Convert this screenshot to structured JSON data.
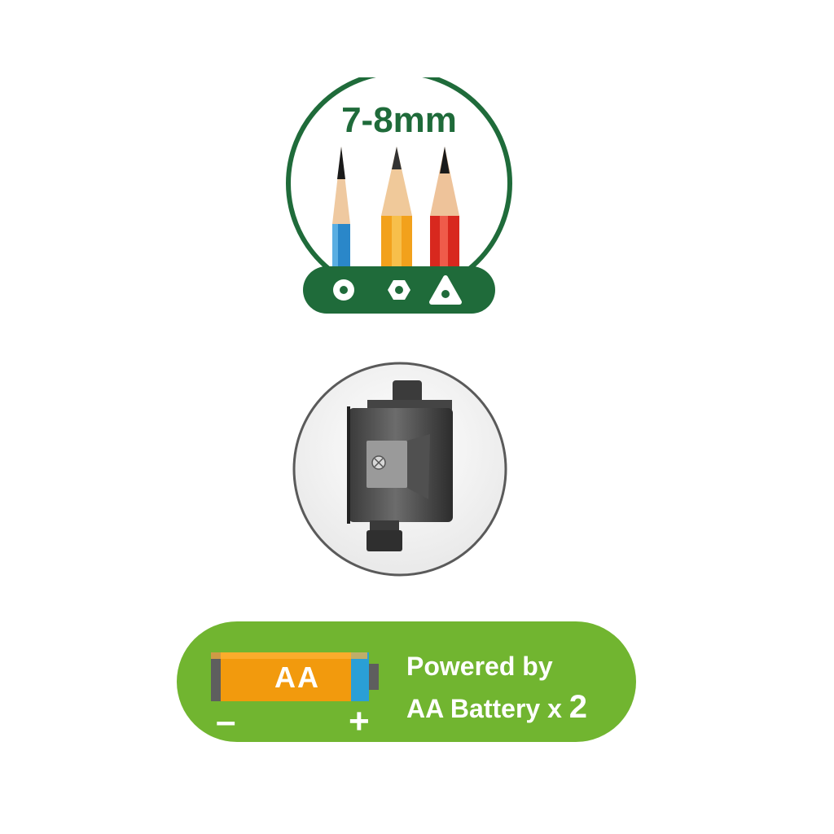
{
  "pencil_badge": {
    "size_label": "7-8mm",
    "pencils": [
      {
        "color": "blue",
        "barrel_hex": "#2a87c9"
      },
      {
        "color": "yellow",
        "barrel_hex": "#f2a11c"
      },
      {
        "color": "red",
        "barrel_hex": "#d8281e"
      }
    ],
    "shapes": [
      "round-shape-icon",
      "hexagonal-shape-icon",
      "triangular-shape-icon"
    ],
    "accent_color": "#1f6b3a"
  },
  "sharpener_blade": {
    "icon": "pencil-sharpener-blade-icon"
  },
  "battery_banner": {
    "battery_label": "AA",
    "minus_symbol": "–",
    "plus_symbol": "+",
    "powered_line1": "Powered by",
    "powered_line2": "AA Battery x",
    "battery_count": "2",
    "background_color": "#71b530",
    "battery_color": "#f29a0d"
  }
}
